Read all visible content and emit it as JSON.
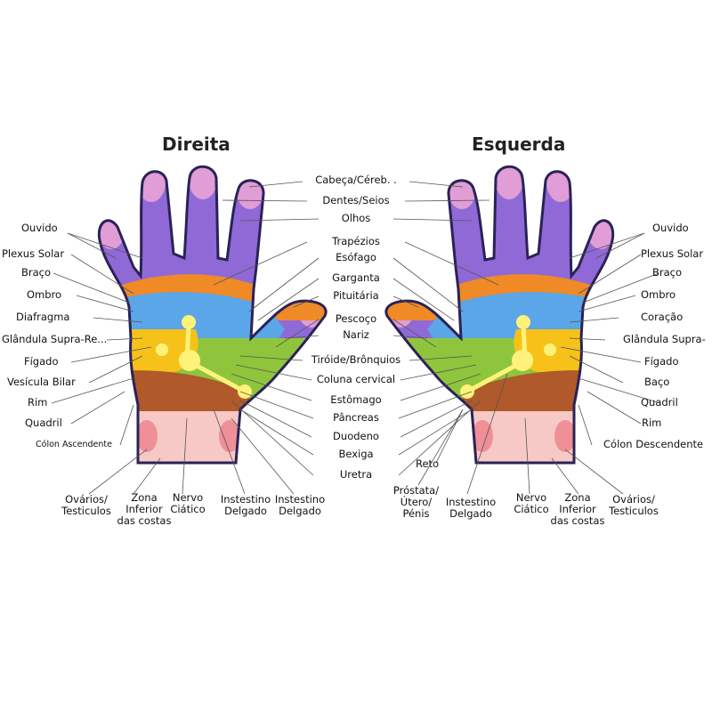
{
  "titles": {
    "right_hand": "Direita",
    "left_hand": "Esquerda"
  },
  "center_labels": [
    "Cabeça/Céreb. .",
    "Dentes/Seios",
    "Olhos",
    "Trapézios",
    "Esófago",
    "Garganta",
    "Pituitária",
    "Pescoço",
    "Nariz",
    "Tiróide/Brônquios",
    "Coluna cervical",
    "Estômago",
    "Pâncreas",
    "Duodeno",
    "Bexiga",
    "Uretra"
  ],
  "left_side_labels": [
    "Ouvido",
    "Plexus Solar",
    "Braço",
    "Ombro",
    "Diafragma",
    "Glândula Supra-Re...",
    "Fígado",
    "Vesícula Bilar",
    "Rim",
    "Quadril",
    "Cólon Ascendente"
  ],
  "right_side_labels": [
    "Ouvido",
    "Plexus Solar",
    "Braço",
    "Ombro",
    "Coração",
    "Glândula Supra-",
    "Fígado",
    "Baço",
    "Quadril",
    "Rim",
    "Cólon Descendente"
  ],
  "bottom_left_labels": [
    "Ovários/\nTesticulos",
    "Zona\nInferior\ndas costas",
    "Nervo\nCiático",
    "Instestino\nDelgado",
    "Instestino\nDelgado"
  ],
  "bottom_right_labels": [
    "Reto",
    "Próstata/\nÚtero/\nPénis",
    "Instestino\nDelgado",
    "Nervo\nCiático",
    "Zona\nInferior\ndas costas",
    "Ovários/\nTesticulos"
  ],
  "colors": {
    "fingers": "#8f6ad6",
    "fingertip": "#e9a3d6",
    "outline": "#2a2257",
    "blue_band": "#5aa6e8",
    "orange_band": "#f08a26",
    "yellow_zone": "#f6c21a",
    "green_zone": "#8fc53c",
    "brown_zone": "#b0592a",
    "wrist": "#f7c9c6",
    "wrist_spot": "#ef8f97",
    "node": "#fff27a"
  }
}
